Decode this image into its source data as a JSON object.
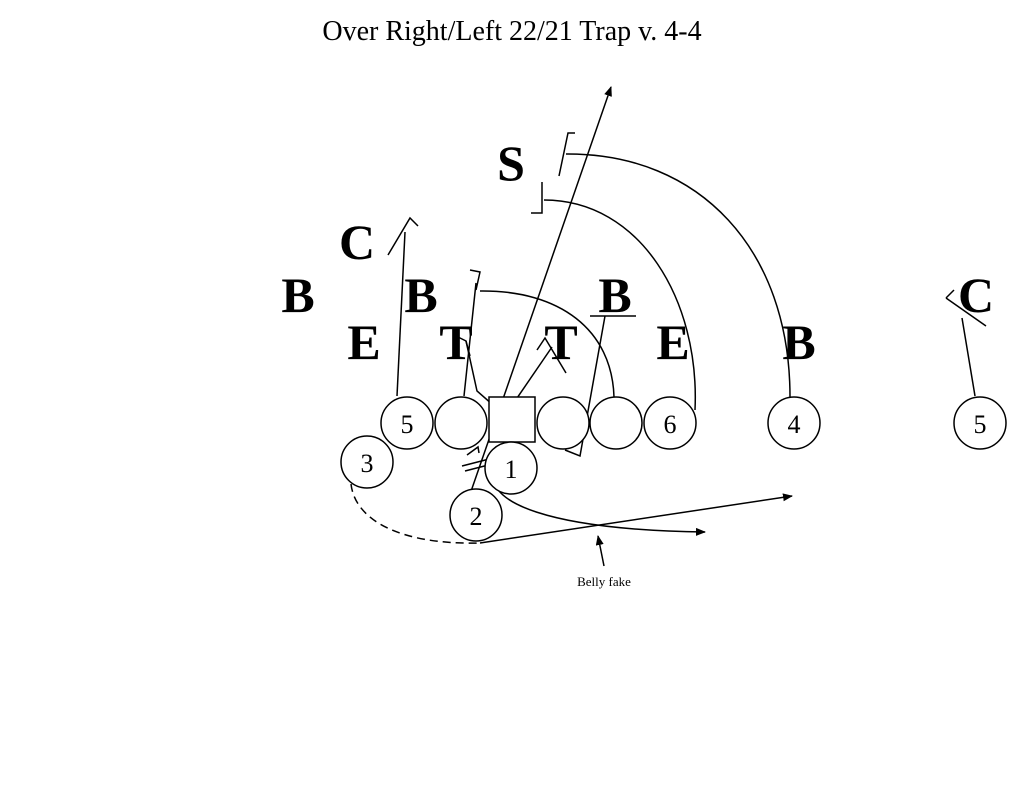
{
  "title": "Over Right/Left 22/21 Trap v. 4-4",
  "defense": {
    "safety": "S",
    "corner_left": "C",
    "corner_right": "C",
    "backer_far_left": "B",
    "backer_left": "B",
    "backer_mid": "B",
    "backer_right": "B",
    "end_left": "E",
    "tackle_left": "T",
    "tackle_right": "T",
    "end_right": "E"
  },
  "offense": {
    "left_tackle": "5",
    "left_guard": "",
    "right_guard": "",
    "right_tackle": "",
    "tight_end": "6",
    "wing": "4",
    "split_end": "5",
    "back_3": "3",
    "quarterback": "1",
    "back_2": "2"
  },
  "annotation": "Belly  fake"
}
